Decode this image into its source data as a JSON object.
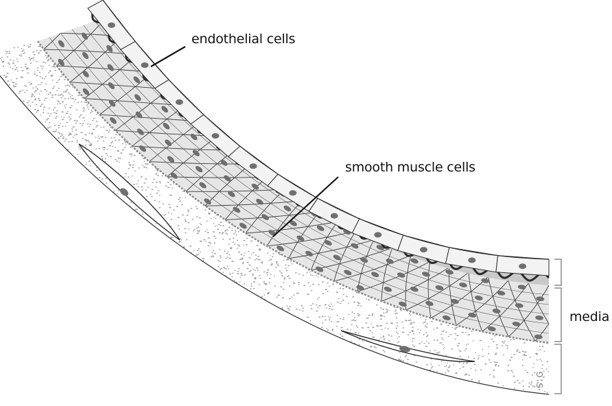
{
  "labels": {
    "endothelial": "endothelial cells",
    "smooth_muscle": "smooth muscle cells",
    "media": "media",
    "signature": "S.G."
  },
  "colors": {
    "outline": "#2a2a2a",
    "endothelium_fill": "#f3f3f3",
    "intima_fill": "#c9c9c9",
    "muscle_fill": "#e6e6e6",
    "nucleus": "#6f6f6f",
    "stipple": "#9a9a9a",
    "bracket": "#8a8a8a",
    "elastic_lamina": "#2a2a2a"
  }
}
